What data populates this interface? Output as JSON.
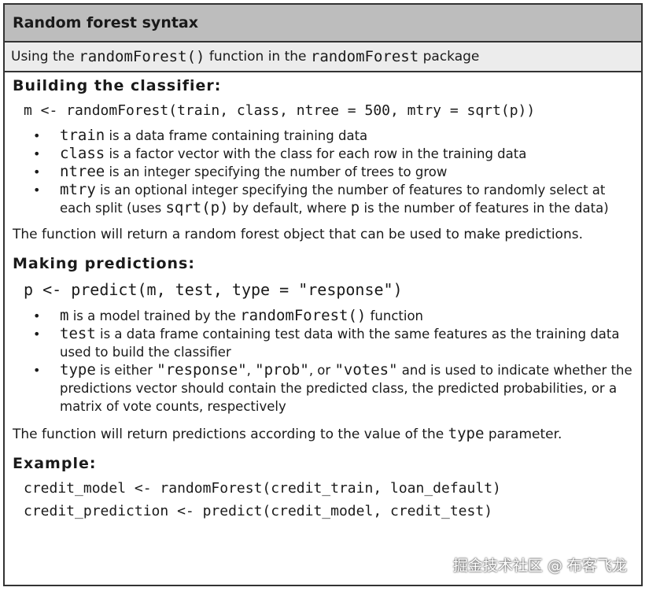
{
  "title": "Random forest syntax",
  "subtitle": {
    "t1": "Using the ",
    "code1": "randomForest()",
    "t2": " function in the ",
    "code2": "randomForest",
    "t3": " package"
  },
  "building": {
    "heading": "Building the classifier:",
    "code": "m <- randomForest(train, class, ntree = 500, mtry = sqrt(p))",
    "bullets": [
      {
        "code": "train",
        "text": " is a data frame containing training data"
      },
      {
        "code": "class",
        "text": " is a factor vector with the class for each row in the training data"
      },
      {
        "code": "ntree",
        "text": " is an integer specifying the number of trees to grow"
      },
      {
        "code": "mtry",
        "text": " is an optional integer specifying the number of features to randomly select at each split (uses ",
        "code2": "sqrt(p)",
        "text2": " by default, where ",
        "code3": "p",
        "text3": " is the number of features in the data)"
      }
    ],
    "returns": "The function will return a random forest object that can be used to make predictions."
  },
  "predictions": {
    "heading": "Making predictions:",
    "code": "p <- predict(m, test, type = \"response\")",
    "bullets": [
      {
        "code": "m",
        "text": " is a model trained by the ",
        "code2": "randomForest()",
        "text2": " function"
      },
      {
        "code": "test",
        "text": " is a data frame containing test data with the same features as the training data used to build the classifier"
      },
      {
        "code": "type",
        "text": " is either ",
        "code2": "\"response\"",
        "text2": ", ",
        "code3": "\"prob\"",
        "text3": ", or ",
        "code4": "\"votes\"",
        "text4": " and is used to indicate whether the predictions vector should contain the predicted class, the predicted probabilities, or a matrix of vote counts, respectively"
      }
    ],
    "returns_t1": "The function will return predictions according to the value of the ",
    "returns_code": "type",
    "returns_t2": " parameter."
  },
  "example": {
    "heading": "Example:",
    "line1": "credit_model <- randomForest(credit_train, loan_default)",
    "line2": "credit_prediction <- predict(credit_model, credit_test)"
  },
  "watermark": "掘金技术社区 @ 布客飞龙"
}
